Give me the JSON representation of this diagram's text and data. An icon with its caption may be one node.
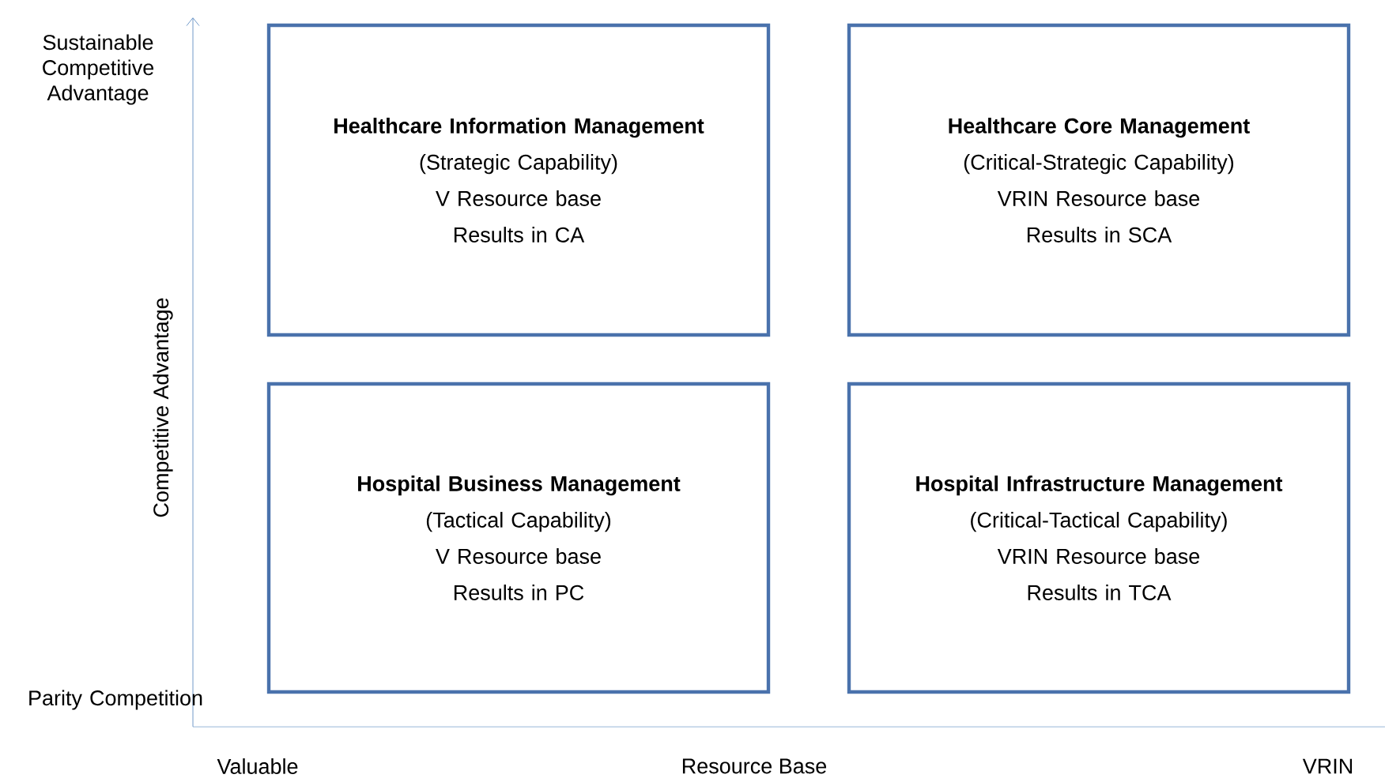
{
  "diagram": {
    "nodes": [
      {
        "text": [
          "Healthcare Information Management",
          "(Strategic Capability)",
          "V Resource base",
          "Results in CA"
        ]
      },
      {
        "text": [
          "Healthcare Core Management",
          "(Critical-Strategic Capability)",
          "VRIN Resource base",
          "Results in SCA"
        ]
      },
      {
        "text": [
          "Hospital Business Management",
          "(Tactical Capability)",
          "V Resource base",
          "Results in PC"
        ]
      },
      {
        "text": [
          "Hospital Infrastructure Management",
          "(Critical-Tactical Capability)",
          "VRIN Resource base",
          "Results in TCA"
        ]
      }
    ],
    "labels": [
      "Sustainable Competitive Advantage",
      "Competitive Advantage",
      "Parity Competition",
      "Valuable",
      "Resource Base",
      "VRIN"
    ]
  }
}
